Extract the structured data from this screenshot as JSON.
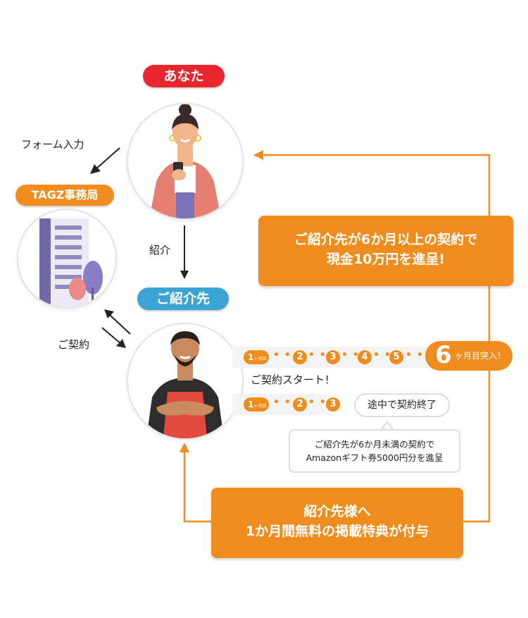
{
  "you": {
    "label": "あなた"
  },
  "office": {
    "label": "TAGZ事務局"
  },
  "referral": {
    "label": "ご紹介先"
  },
  "flows": {
    "form_input": "フォーム入力",
    "introduce": "紹介",
    "contract": "ご契約"
  },
  "reward_box": {
    "line1": "ご紹介先が6か月以上の契約で",
    "line2": "現金10万円を進呈!"
  },
  "timeline_full": {
    "steps": [
      "1",
      "2",
      "3",
      "4",
      "5"
    ],
    "first_step_suffix": "ヶ月目",
    "final_number": "6",
    "final_label": "ヶ月目突入！"
  },
  "contract_start": "ご契約スタート！",
  "timeline_short": {
    "steps": [
      "1",
      "2",
      "3"
    ],
    "first_step_suffix": "ヶ月目"
  },
  "early_end": {
    "label": "途中で契約終了"
  },
  "gift_bubble": {
    "line1": "ご紹介先が6か月未満の契約で",
    "line2": "Amazonギフト券5000円分を進呈"
  },
  "free_box": {
    "line1": "紹介先様へ",
    "line2": "1か月間無料の掲載特典が付与"
  },
  "colors": {
    "accent_orange": "#f08c1e",
    "you_red": "#e8262e",
    "referral_blue": "#3ba4d4"
  }
}
